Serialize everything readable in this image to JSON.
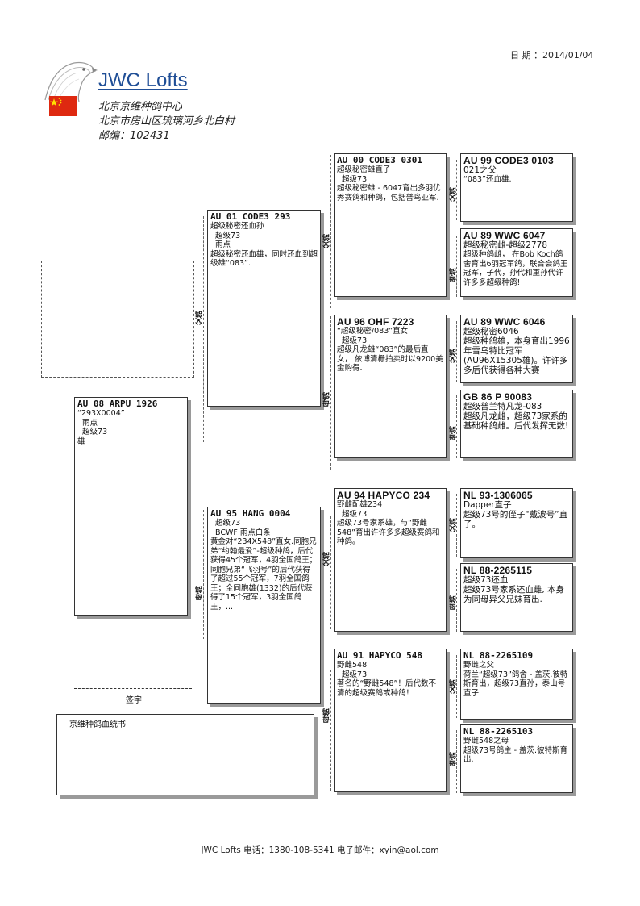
{
  "header": {
    "date_label": "日 期 ：2014/01/04",
    "loft_name": "JWC Lofts",
    "sub1": "北京京维种鸽中心",
    "sub2": "北京市房山区琉璃河乡北白村",
    "sub3": "邮编：102431"
  },
  "labels": {
    "sire": "父鸽",
    "dam": "母鸽",
    "signature": "签字",
    "certificate": "京维种鸽血统书"
  },
  "subject": {
    "ring": "AU 08 ARPU 1926",
    "lines": [
      "“293X0004”",
      "  雨点",
      "  超级73",
      "雄"
    ]
  },
  "gen1": {
    "sire": {
      "ring": "AU 01 CODE3 293",
      "lines": [
        "超级秘密还血孙",
        "  超级73",
        "  雨点",
        "超级秘密还血雄，同时还血到超级雄“083”."
      ]
    },
    "dam": {
      "ring": "AU 95 HANG 0004",
      "lines": [
        "",
        "  超级73",
        "  BCWF 雨点白条",
        "黄金对“234X548”直女.同胞兄弟“约翰最爱”-超级种鸽，后代获得45个冠军，4羽全国鸽王；同胞兄弟“飞羽号”的后代获得了超过55个冠军，7羽全国鸽王；全同胞雄(1332)的后代获得了15个冠军，3羽全国鸽王，..."
      ]
    }
  },
  "gen2": {
    "ss": {
      "ring": "AU 00 CODE3 0301",
      "lines": [
        "超级秘密雄直子",
        "  超级73",
        "超级秘密雄 - 6047育出多羽优秀赛鸽和种鸽，包括普鸟亚军."
      ]
    },
    "sd": {
      "ring": "AU 96 OHF 7223",
      "lines": [
        "“超级秘密/083”直女",
        "  超级73",
        "超级凡龙雄“083”的最后直女， 依博清栅拍卖时以9200美金购得."
      ]
    },
    "ds": {
      "ring": "AU 94 HAPYCO 234",
      "lines": [
        "野雌配雄234",
        "  超级73",
        "超级73号家系雄，与“野雌548”育出许许多多超级赛鸽和种鸽。"
      ]
    },
    "dd": {
      "ring": "AU 91 HAPYCO 548",
      "lines": [
        "野雌548",
        "  超级73",
        "著名的“野雌548”！后代数不清的超级赛鸽或种鸽！"
      ]
    }
  },
  "gen3": {
    "sss": {
      "ring": "AU 99 CODE3 0103",
      "lines": [
        "021之父",
        "“083”还血雄."
      ]
    },
    "ssd": {
      "ring": "AU 89 WWC 6047",
      "lines": [
        "超级秘密雌-超级2778",
        "超级种鸽雌， 在Bob Koch鸽舍育出6羽冠军鸽，联合会鸽王冠军，子代，孙代和重孙代许许多多超级种鸽!"
      ]
    },
    "sds": {
      "ring": "AU 89 WWC 6046",
      "lines": [
        "超级秘密6046",
        "超级种鸽雄，本身育出1996年雪鸟特比冠军(AU96X15305雄)。许许多多后代获得各种大赛"
      ]
    },
    "sdd": {
      "ring": "GB 86 P 90083",
      "lines": [
        "超级普兰特凡龙-083",
        "超级凡龙雌，超级73家系的基础种鸽雌。后代发挥无数!"
      ]
    },
    "dss": {
      "ring": "NL 93-1306065",
      "lines": [
        "Dapper直子",
        "超级73号的侄子“戴波号”直子。"
      ]
    },
    "dsd": {
      "ring": "NL 88-2265115",
      "lines": [
        "超级73还血",
        "超级73号家系还血雌, 本身为同母异父兄妹育出."
      ]
    },
    "dds": {
      "ring": "NL 88-2265109",
      "lines": [
        "野雌之父",
        "荷兰“超级73”鸽舍 - 盖茨.彼特斯育出，超级73直孙，泰山号直子."
      ]
    },
    "ddd": {
      "ring": "NL 88-2265103",
      "lines": [
        "野雌548之母",
        "超级73号鸽主 - 盖茨.彼特斯育出."
      ]
    }
  },
  "footer": "JWC Lofts 电话：1380-108-5341  电子邮件：xyin@aol.com"
}
